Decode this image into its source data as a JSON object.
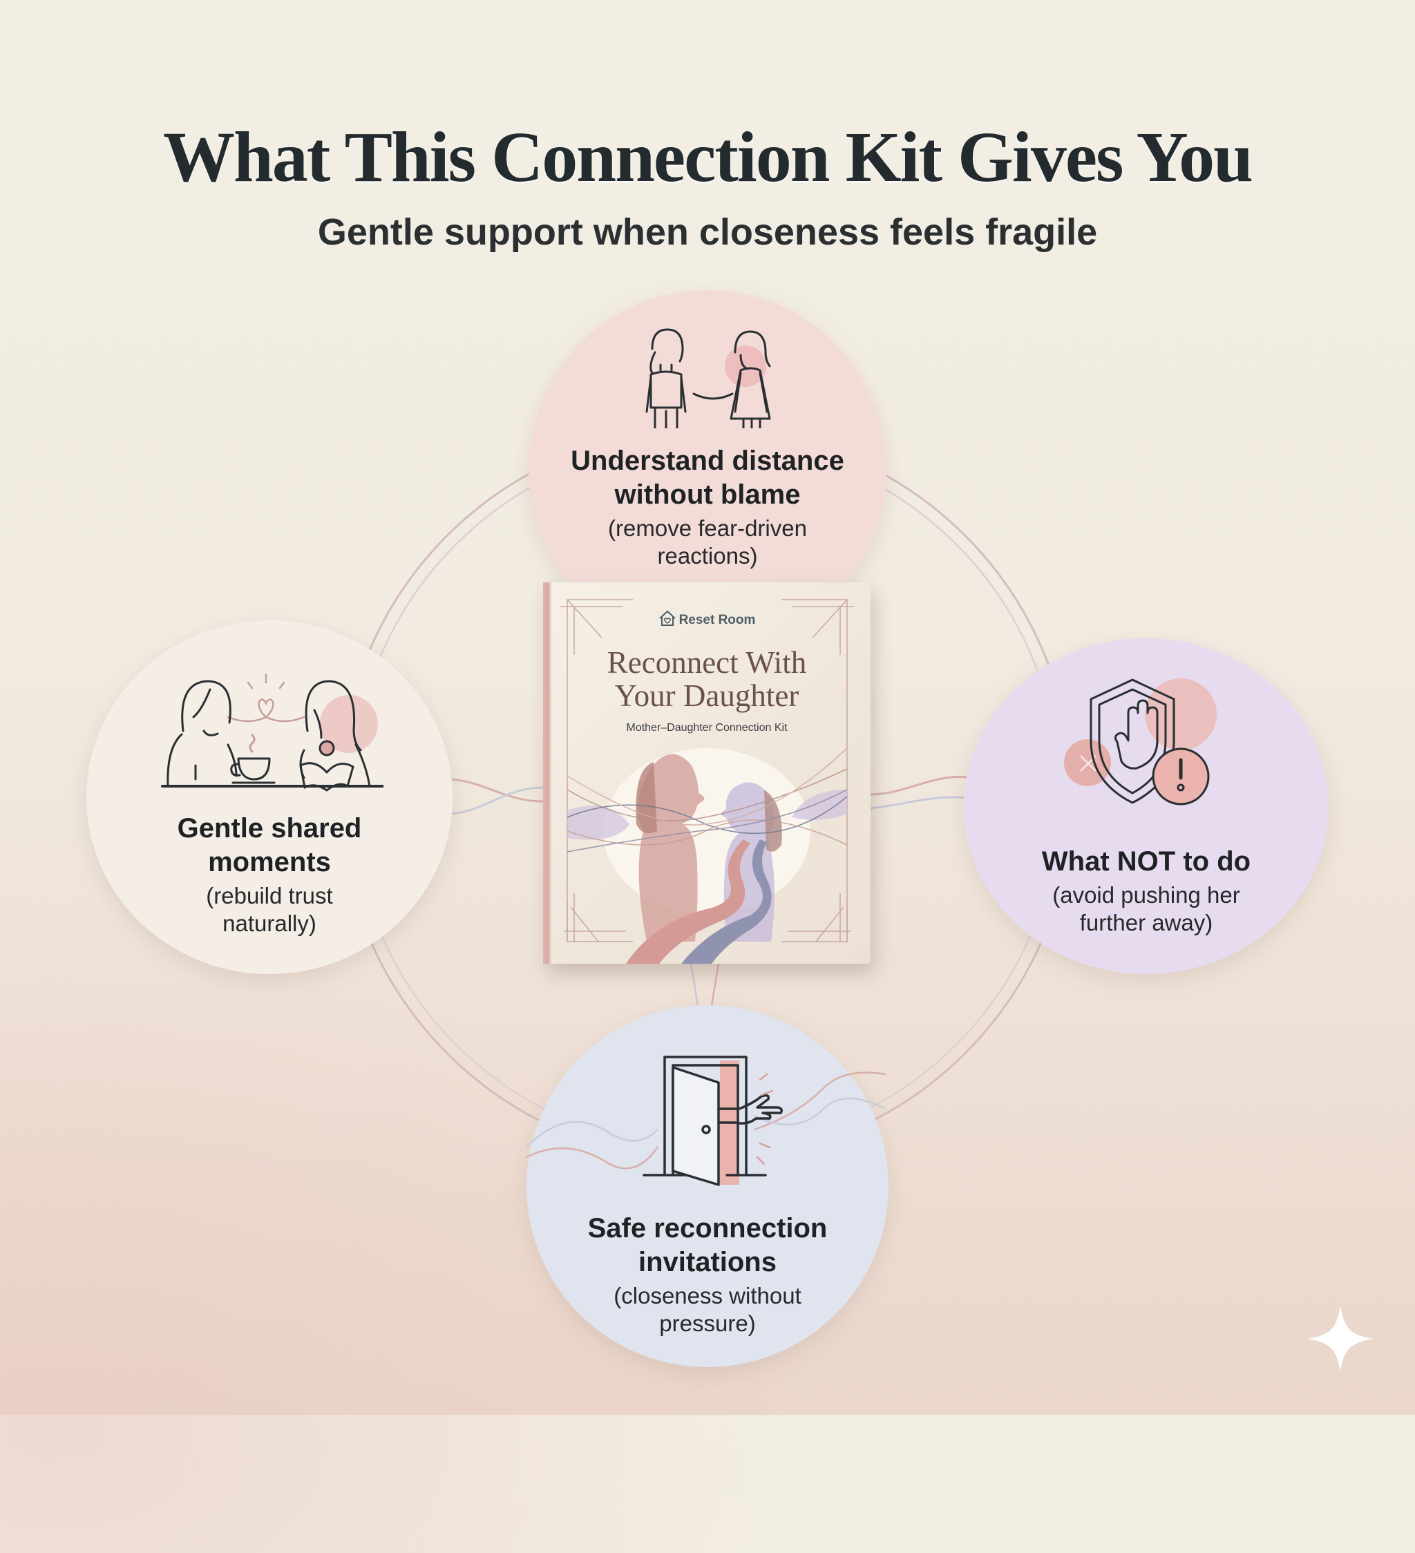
{
  "header": {
    "title": "What This Connection Kit Gives You",
    "subtitle": "Gentle support when closeness feels fragile"
  },
  "product": {
    "brand": "Reset Room",
    "brand_icon": "house-heart-icon",
    "title_line1": "Reconnect With",
    "title_line2": "Your Daughter",
    "subtitle": "Mother–Daughter Connection Kit"
  },
  "features": {
    "top": {
      "icon": "two-figures-apart-icon",
      "title_line1": "Understand distance",
      "title_line2": "without blame",
      "desc_line1": "(remove fear-driven",
      "desc_line2": "reactions)"
    },
    "left": {
      "icon": "shared-tea-moment-icon",
      "title_line1": "Gentle shared",
      "title_line2": "moments",
      "desc_line1": "(rebuild trust",
      "desc_line2": "naturally)"
    },
    "right": {
      "icon": "shield-stop-hand-warning-icon",
      "title_line1": "What NOT to do",
      "desc_line1": "(avoid pushing her",
      "desc_line2": "further away)"
    },
    "bottom": {
      "icon": "open-door-hand-icon",
      "title_line1": "Safe reconnection",
      "title_line2": "invitations",
      "desc_line1": "(closeness without",
      "desc_line2": "pressure)"
    }
  },
  "colors": {
    "background_top": "#f3efe5",
    "background_bottom": "#ead6ca",
    "circle_top": "#f3dcd8",
    "circle_left": "#f4eee6",
    "circle_right": "#e7dcef",
    "circle_bottom": "#dfe4ee",
    "accent_pink": "#e4aaa6",
    "ink": "#232b2e"
  },
  "watermark": {
    "icon": "sparkle-icon"
  }
}
